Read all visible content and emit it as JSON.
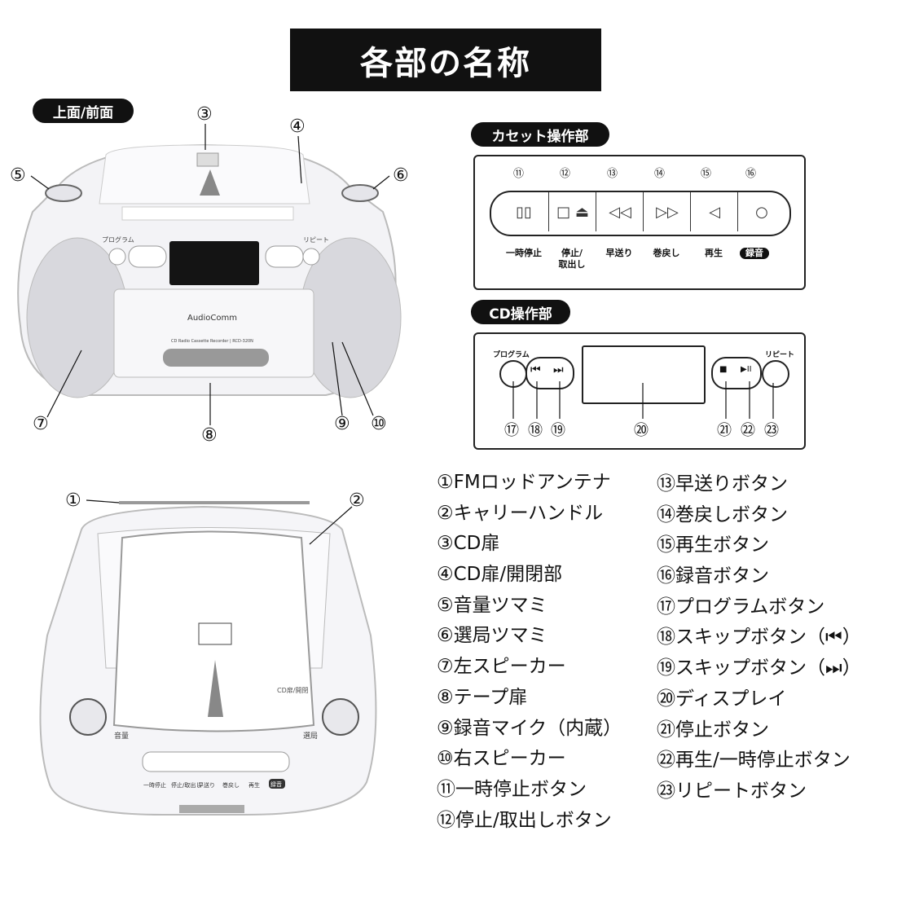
{
  "title": "各部の名称",
  "sections": {
    "top_front": "上面/前面",
    "cassette": "カセット操作部",
    "cd": "CD操作部"
  },
  "device_printed": {
    "brand": "AudioComm",
    "model_line": "CD Radio Cassette Recorder | RCD-320N",
    "program_label": "プログラム",
    "repeat_label": "リピート",
    "volume_label": "音量",
    "tuning_label": "選局",
    "cd_door_label": "CD扉/開閉",
    "record_badge": "録音",
    "bottom_buttons": [
      "一時停止",
      "停止/取出し",
      "早送り",
      "巻戻し",
      "再生",
      "録音"
    ]
  },
  "callouts": [
    "①",
    "②",
    "③",
    "④",
    "⑤",
    "⑥",
    "⑦",
    "⑧",
    "⑨",
    "⑩",
    "⑪",
    "⑫",
    "⑬",
    "⑭",
    "⑮",
    "⑯",
    "⑰",
    "⑱",
    "⑲",
    "⑳",
    "㉑",
    "㉒",
    "㉓"
  ],
  "cassette_panel": {
    "buttons": [
      {
        "num": "⑪",
        "icon": "pause-icon",
        "symbol": "▯▯",
        "label": "一時停止"
      },
      {
        "num": "⑫",
        "icon": "stop-eject-icon",
        "symbol": "□ ⏏",
        "label": "停止/\n取出し"
      },
      {
        "num": "⑬",
        "icon": "fast-forward-icon",
        "symbol": "◁◁",
        "label": "早送り"
      },
      {
        "num": "⑭",
        "icon": "rewind-icon",
        "symbol": "▷▷",
        "label": "巻戻し"
      },
      {
        "num": "⑮",
        "icon": "play-icon",
        "symbol": "◁",
        "label": "再生"
      },
      {
        "num": "⑯",
        "icon": "record-icon",
        "symbol": "○",
        "label": "録音"
      }
    ]
  },
  "cd_panel": {
    "program_label": "プログラム",
    "repeat_label": "リピート",
    "skip_back_symbol": "⏮",
    "skip_fwd_symbol": "⏭",
    "stop_symbol": "■",
    "play_pause_symbol": "▶II"
  },
  "legend_left": [
    "①FMロッドアンテナ",
    "②キャリーハンドル",
    "③CD扉",
    "④CD扉/開閉部",
    "⑤音量ツマミ",
    "⑥選局ツマミ",
    "⑦左スピーカー",
    "⑧テープ扉",
    "⑨録音マイク（内蔵）",
    "⑩右スピーカー",
    "⑪一時停止ボタン",
    "⑫停止/取出しボタン"
  ],
  "legend_right": [
    "⑬早送りボタン",
    "⑭巻戻しボタン",
    "⑮再生ボタン",
    "⑯録音ボタン",
    "⑰プログラムボタン",
    "⑱スキップボタン（⏮）",
    "⑲スキップボタン（⏭）",
    "⑳ディスプレイ",
    "㉑停止ボタン",
    "㉒再生/一時停止ボタン",
    "㉓リピートボタン"
  ]
}
